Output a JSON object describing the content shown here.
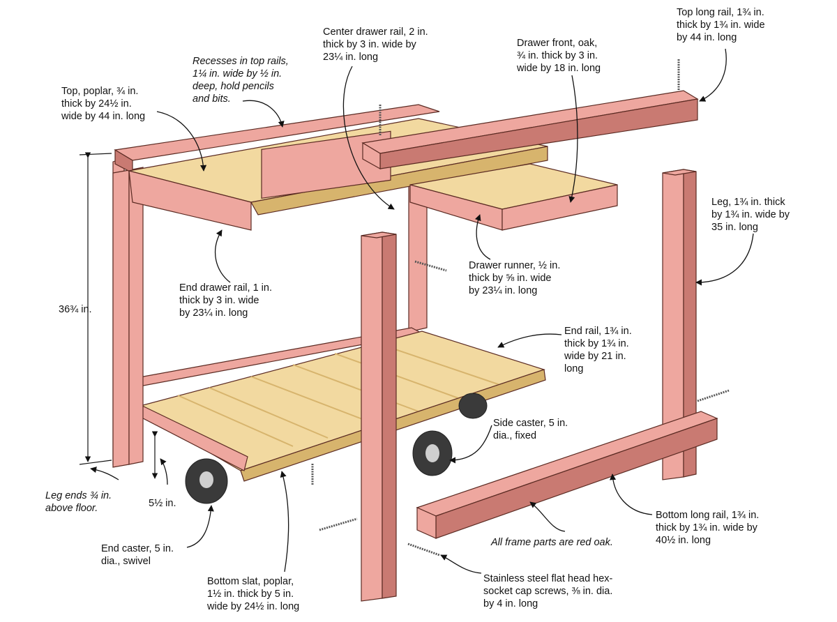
{
  "colors": {
    "oak": "#eea79f",
    "oak_dark": "#c97a72",
    "poplar": "#f2d9a0",
    "poplar_dark": "#d7b46d",
    "outline": "#5a2a22",
    "leader": "#111111",
    "screw": "#555555",
    "wheel": "#3a3a3a"
  },
  "labels": {
    "top_poplar": "Top, poplar, ¾ in.\nthick by 24½ in.\nwide by 44 in. long",
    "recesses": "Recesses in top rails,\n1¼ in. wide by ½ in.\ndeep, hold pencils\nand bits.",
    "center_drawer_rail": "Center drawer rail, 2 in.\nthick by 3 in. wide by\n23¼ in. long",
    "drawer_front": "Drawer front, oak,\n¾ in. thick by 3 in.\nwide by 18 in. long",
    "top_long_rail": "Top long rail, 1¾ in.\nthick by 1¾ in. wide\nby 44 in. long",
    "leg": "Leg, 1¾ in. thick\nby 1¾ in. wide by\n35 in. long",
    "drawer_runner": "Drawer runner, ½ in.\nthick by ⅝ in. wide\nby 23¼ in. long",
    "end_drawer_rail": "End drawer rail, 1 in.\nthick by 3 in. wide\nby 23¼ in. long",
    "height_dim": "36¾ in.",
    "end_rail": "End rail, 1¾ in.\nthick by 1¾ in.\nwide by 21 in.\nlong",
    "side_caster": "Side caster, 5 in.\ndia., fixed",
    "leg_ends": "Leg ends ¾ in.\nabove floor.",
    "clearance_dim": "5½ in.",
    "bottom_long_rail": "Bottom long rail, 1¾ in.\nthick by 1¾ in. wide by\n40½ in. long",
    "frame_note": "All frame parts are red oak.",
    "end_caster": "End caster, 5 in.\ndia., swivel",
    "bottom_slat": "Bottom slat, poplar,\n1½ in. thick by 5 in.\nwide by 24½ in. long",
    "screws": "Stainless steel flat head hex-\nsocket cap screws, ⅜ in. dia.\nby 4 in. long"
  }
}
